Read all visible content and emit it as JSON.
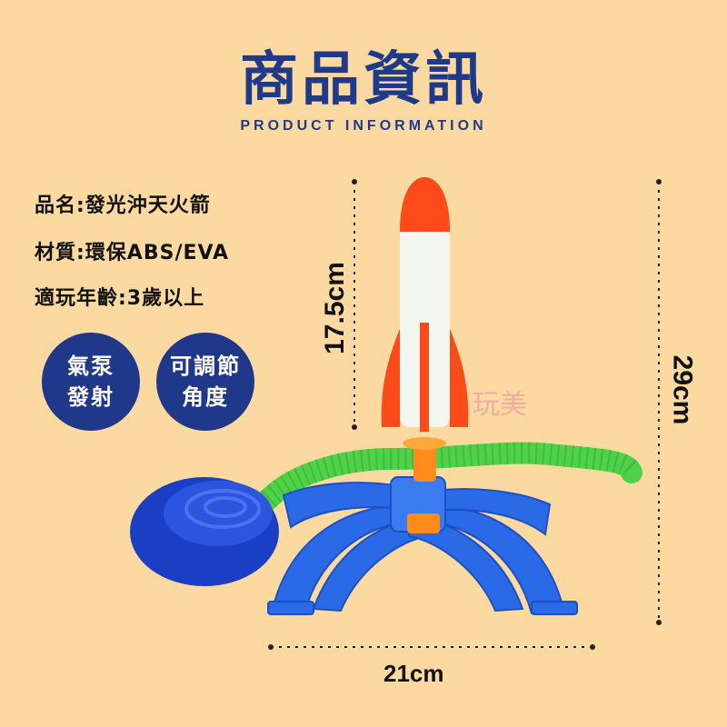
{
  "header": {
    "title": "商品資訊",
    "subtitle": "PRODUCT INFORMATION"
  },
  "specs": [
    {
      "text": "品名:發光沖天火箭"
    },
    {
      "text": "材質:環保ABS/EVA"
    },
    {
      "text": "適玩年齡:3歲以上"
    }
  ],
  "badges": [
    {
      "line1": "氣泵",
      "line2": "發射"
    },
    {
      "line1": "可調節",
      "line2": "角度"
    }
  ],
  "dimensions": {
    "rocket_height": "17.5cm",
    "total_height": "29cm",
    "width": "21cm"
  },
  "watermark": "玩美",
  "colors": {
    "background": "#fbd9a0",
    "brand_blue": "#1f3a8a",
    "badge_blue": "#20388a"
  }
}
